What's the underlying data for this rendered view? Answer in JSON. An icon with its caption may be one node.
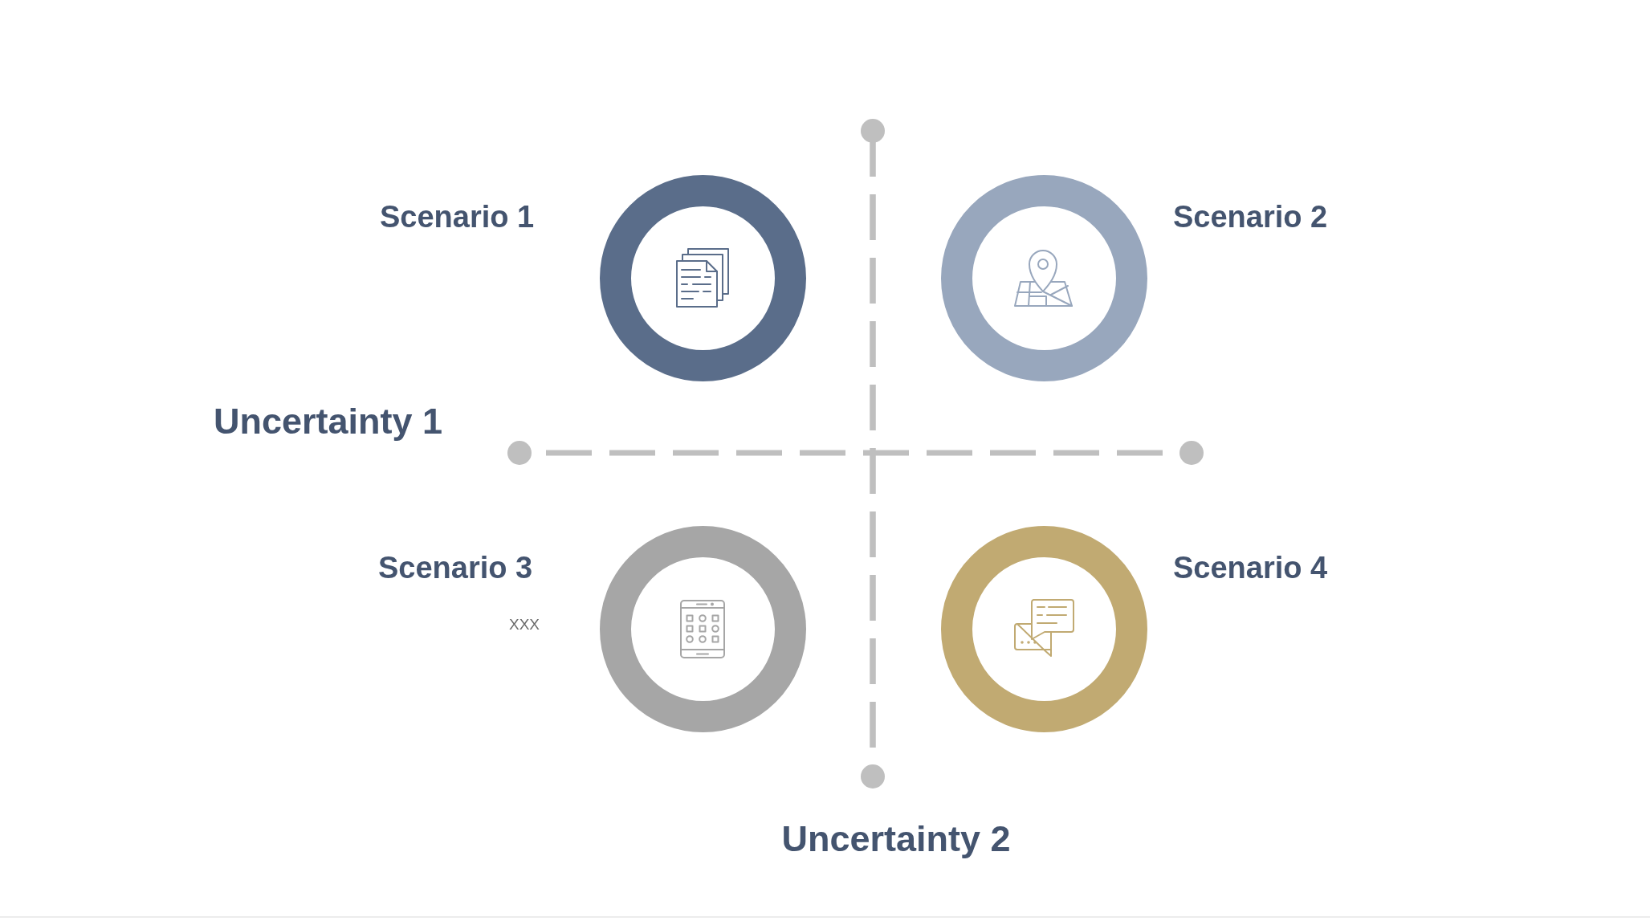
{
  "diagram": {
    "nodes": [
      {
        "text": [
          "Scenario 1"
        ]
      },
      {
        "text": [
          "Scenario 2"
        ]
      },
      {
        "text": [
          "Scenario 3",
          "XXX"
        ]
      },
      {
        "text": [
          "Scenario 4"
        ]
      }
    ],
    "labels": [
      "Uncertainty 1",
      "Uncertainty 2"
    ]
  }
}
